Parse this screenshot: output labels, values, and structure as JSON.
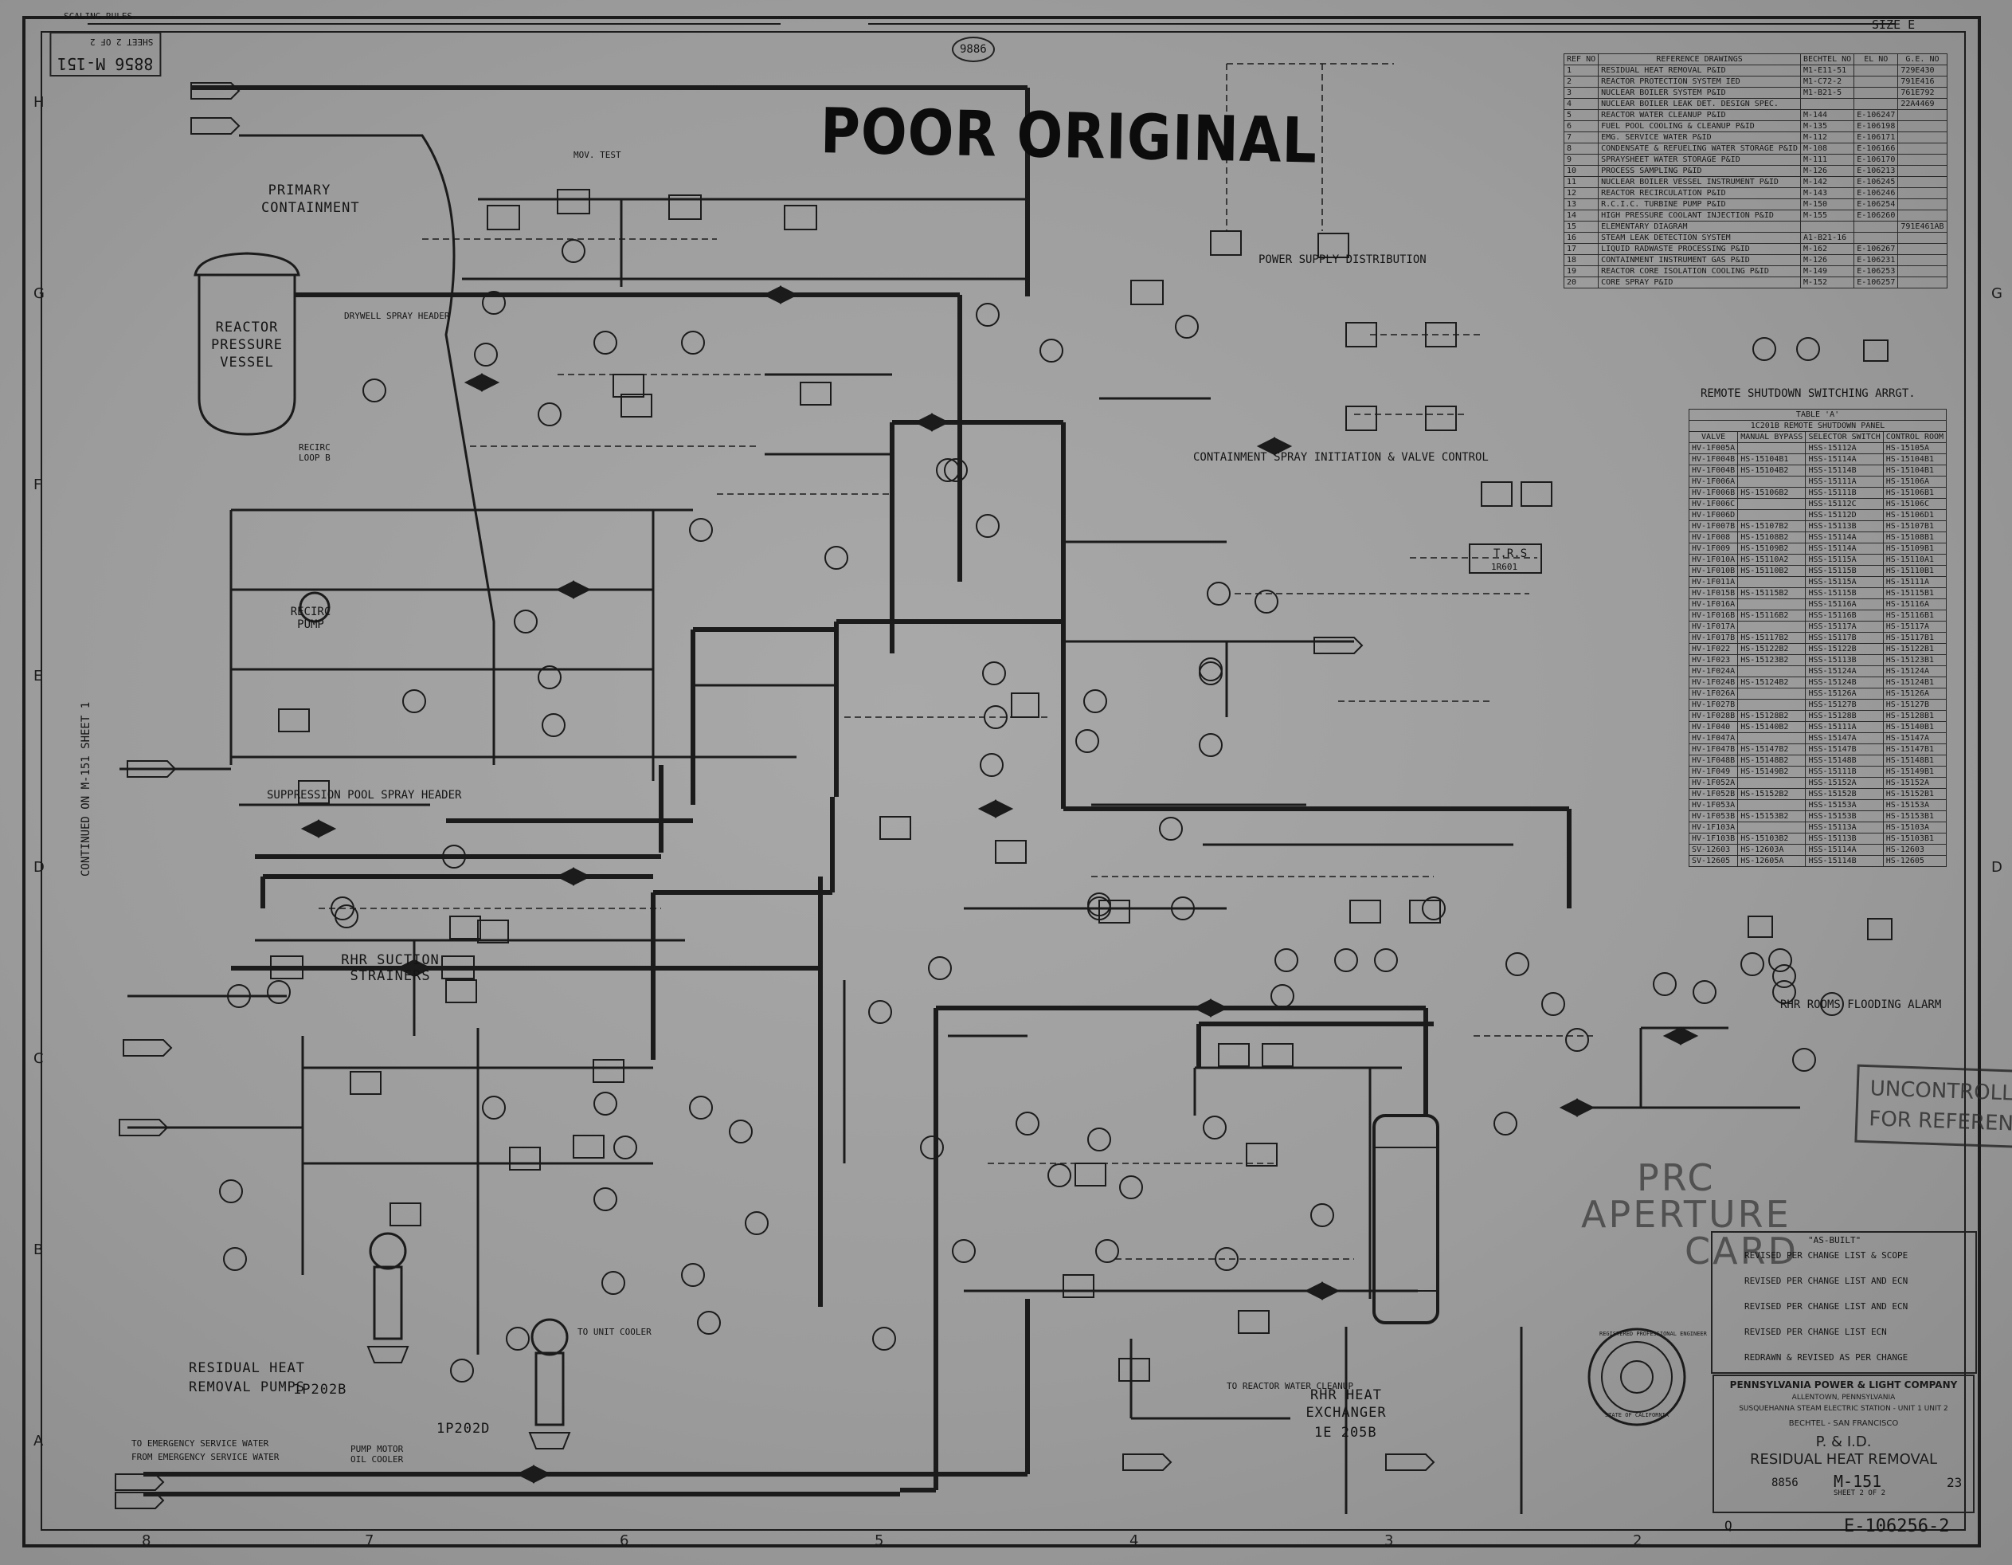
{
  "stamp": "POOR ORIGINAL",
  "size_label": "SIZE E",
  "scaling_rules": "SCALING RULES",
  "rotated_header": "8856  M-151",
  "rotated_subheader": "SHEET 2  OF 2",
  "top_balloon": "9886",
  "grid_rows": [
    "H",
    "G",
    "F",
    "E",
    "D",
    "C",
    "B",
    "A"
  ],
  "grid_cols": [
    "8",
    "7",
    "6",
    "5",
    "4",
    "3",
    "2"
  ],
  "labels": {
    "primary_containment": "PRIMARY CONTAINMENT",
    "reactor_pressure_vessel": "REACTOR PRESSURE VESSEL",
    "recirc_pump": "RECIRC PUMP",
    "recirc_loop_b": "RECIRC LOOP B",
    "suppression_pool": "SUPPRESSION POOL SPRAY HEADER",
    "rhr_suction_strainers": "RHR SUCTION STRAINERS",
    "rhr_pumps": "RESIDUAL HEAT REMOVAL PUMPS",
    "pump_1p202b": "1P202B",
    "pump_1p202d": "1P202D",
    "rhr_heat_exchanger": "RHR HEAT EXCHANGER",
    "hx_tag": "1E 205B",
    "power_supply": "POWER SUPPLY DISTRIBUTION",
    "containment_spray": "CONTAINMENT SPRAY INITIATION & VALVE CONTROL",
    "remote_shutdown": "REMOTE SHUTDOWN SWITCHING ARRGT.",
    "rhr_flooding": "RHR ROOMS FLOODING ALARM",
    "trs": "T.R.S",
    "trs_tag": "1R601",
    "continued": "CONTINUED ON M-151 SHEET 1",
    "mov_test": "MOV. TEST",
    "reactor_water_cleanup": "TO REACTOR WATER CLEANUP",
    "emergency_service_water_to": "TO EMERGENCY SERVICE WATER",
    "emergency_service_water_from": "FROM EMERGENCY SERVICE WATER",
    "pump_motor_oil_cooler": "PUMP MOTOR OIL COOLER",
    "to_unit_cooler": "TO UNIT COOLER",
    "drywell_spray": "DRYWELL SPRAY HEADER"
  },
  "stamps": {
    "uncontrolled_line1": "UNCONTROLLED",
    "uncontrolled_line2": "FOR REFERENCE",
    "prc_line1": "PRC",
    "prc_line2": "APERTURE",
    "prc_line3": "CARD"
  },
  "reference_drawings": {
    "title": "REFERENCE DRAWINGS",
    "headers": [
      "REF NO",
      "REFERENCE DRAWINGS",
      "BECHTEL NO",
      "EL NO",
      "G.E. NO"
    ],
    "rows": [
      [
        "1",
        "RESIDUAL HEAT REMOVAL P&ID",
        "M1-E11-51",
        "",
        "729E430"
      ],
      [
        "2",
        "REACTOR PROTECTION SYSTEM IED",
        "M1-C72-2",
        "",
        "791E416"
      ],
      [
        "3",
        "NUCLEAR BOILER SYSTEM P&ID",
        "M1-B21-5",
        "",
        "761E792"
      ],
      [
        "4",
        "NUCLEAR BOILER LEAK DET. DESIGN SPEC.",
        "",
        "",
        "22A4469"
      ],
      [
        "5",
        "REACTOR WATER CLEANUP P&ID",
        "M-144",
        "E-106247",
        ""
      ],
      [
        "6",
        "FUEL POOL COOLING & CLEANUP P&ID",
        "M-135",
        "E-106198",
        ""
      ],
      [
        "7",
        "EMG. SERVICE WATER P&ID",
        "M-112",
        "E-106171",
        ""
      ],
      [
        "8",
        "CONDENSATE & REFUELING WATER STORAGE P&ID",
        "M-108",
        "E-106166",
        ""
      ],
      [
        "9",
        "SPRAYSHEET WATER STORAGE P&ID",
        "M-111",
        "E-106170",
        ""
      ],
      [
        "10",
        "PROCESS SAMPLING P&ID",
        "M-126",
        "E-106213",
        ""
      ],
      [
        "11",
        "NUCLEAR BOILER VESSEL INSTRUMENT P&ID",
        "M-142",
        "E-106245",
        ""
      ],
      [
        "12",
        "REACTOR RECIRCULATION P&ID",
        "M-143",
        "E-106246",
        ""
      ],
      [
        "13",
        "R.C.I.C. TURBINE PUMP P&ID",
        "M-150",
        "E-106254",
        ""
      ],
      [
        "14",
        "HIGH PRESSURE COOLANT INJECTION P&ID",
        "M-155",
        "E-106260",
        ""
      ],
      [
        "15",
        "ELEMENTARY DIAGRAM",
        "",
        "",
        "791E461AB"
      ],
      [
        "16",
        "STEAM LEAK DETECTION SYSTEM",
        "A1-B21-16",
        "",
        ""
      ],
      [
        "17",
        "LIQUID RADWASTE PROCESSING P&ID",
        "M-162",
        "E-106267",
        ""
      ],
      [
        "18",
        "CONTAINMENT INSTRUMENT GAS P&ID",
        "M-126",
        "E-106231",
        ""
      ],
      [
        "19",
        "REACTOR CORE ISOLATION COOLING P&ID",
        "M-149",
        "E-106253",
        ""
      ],
      [
        "20",
        "CORE SPRAY P&ID",
        "M-152",
        "E-106257",
        ""
      ]
    ]
  },
  "remote_shutdown": {
    "table_title": "TABLE 'A'",
    "panel": "1C201B REMOTE SHUTDOWN PANEL",
    "headers": [
      "VALVE",
      "MANUAL BYPASS",
      "SELECTOR SWITCH",
      "CONTROL ROOM"
    ],
    "rows": [
      [
        "HV-1F005A",
        "",
        "HSS-15112A",
        "HS-15105A"
      ],
      [
        "HV-1F004B",
        "HS-15104B1",
        "HSS-15114A",
        "HS-15104B1"
      ],
      [
        "HV-1F004B",
        "HS-15104B2",
        "HSS-15114B",
        "HS-15104B1"
      ],
      [
        "HV-1F006A",
        "",
        "HSS-15111A",
        "HS-15106A"
      ],
      [
        "HV-1F006B",
        "HS-15106B2",
        "HSS-15111B",
        "HS-15106B1"
      ],
      [
        "HV-1F006C",
        "",
        "HSS-15112C",
        "HS-15106C"
      ],
      [
        "HV-1F006D",
        "",
        "HSS-15112D",
        "HS-15106D1"
      ],
      [
        "HV-1F007B",
        "HS-15107B2",
        "HSS-15113B",
        "HS-15107B1"
      ],
      [
        "HV-1F008",
        "HS-15108B2",
        "HSS-15114A",
        "HS-15108B1"
      ],
      [
        "HV-1F009",
        "HS-15109B2",
        "HSS-15114A",
        "HS-15109B1"
      ],
      [
        "HV-1F010A",
        "HS-15110A2",
        "HSS-15115A",
        "HS-15110A1"
      ],
      [
        "HV-1F010B",
        "HS-15110B2",
        "HSS-15115B",
        "HS-15110B1"
      ],
      [
        "HV-1F011A",
        "",
        "HSS-15115A",
        "HS-15111A"
      ],
      [
        "HV-1F015B",
        "HS-15115B2",
        "HSS-15115B",
        "HS-15115B1"
      ],
      [
        "HV-1F016A",
        "",
        "HSS-15116A",
        "HS-15116A"
      ],
      [
        "HV-1F016B",
        "HS-15116B2",
        "HSS-15116B",
        "HS-15116B1"
      ],
      [
        "HV-1F017A",
        "",
        "HSS-15117A",
        "HS-15117A"
      ],
      [
        "HV-1F017B",
        "HS-15117B2",
        "HSS-15117B",
        "HS-15117B1"
      ],
      [
        "HV-1F022",
        "HS-15122B2",
        "HSS-15122B",
        "HS-15122B1"
      ],
      [
        "HV-1F023",
        "HS-15123B2",
        "HSS-15113B",
        "HS-15123B1"
      ],
      [
        "HV-1F024A",
        "",
        "HSS-15124A",
        "HS-15124A"
      ],
      [
        "HV-1F024B",
        "HS-15124B2",
        "HSS-15124B",
        "HS-15124B1"
      ],
      [
        "HV-1F026A",
        "",
        "HSS-15126A",
        "HS-15126A"
      ],
      [
        "HV-1F027B",
        "",
        "HSS-15127B",
        "HS-15127B"
      ],
      [
        "HV-1F028B",
        "HS-15128B2",
        "HSS-15128B",
        "HS-15128B1"
      ],
      [
        "HV-1F040",
        "HS-15140B2",
        "HSS-15111A",
        "HS-15140B1"
      ],
      [
        "HV-1F047A",
        "",
        "HSS-15147A",
        "HS-15147A"
      ],
      [
        "HV-1F047B",
        "HS-15147B2",
        "HSS-15147B",
        "HS-15147B1"
      ],
      [
        "HV-1F048B",
        "HS-15148B2",
        "HSS-15148B",
        "HS-15148B1"
      ],
      [
        "HV-1F049",
        "HS-15149B2",
        "HSS-15111B",
        "HS-15149B1"
      ],
      [
        "HV-1F052A",
        "",
        "HSS-15152A",
        "HS-15152A"
      ],
      [
        "HV-1F052B",
        "HS-15152B2",
        "HSS-15152B",
        "HS-15152B1"
      ],
      [
        "HV-1F053A",
        "",
        "HSS-15153A",
        "HS-15153A"
      ],
      [
        "HV-1F053B",
        "HS-15153B2",
        "HSS-15153B",
        "HS-15153B1"
      ],
      [
        "HV-1F103A",
        "",
        "HSS-15113A",
        "HS-15103A"
      ],
      [
        "HV-1F103B",
        "HS-15103B2",
        "HSS-15113B",
        "HS-15103B1"
      ],
      [
        "SV-12603",
        "HS-12603A",
        "HSS-15114A",
        "HS-12603"
      ],
      [
        "SV-12605",
        "HS-12605A",
        "HSS-15114B",
        "HS-12605"
      ]
    ]
  },
  "revision_block": {
    "as_built": "\"AS-BUILT\"",
    "rev_lines": [
      "REVISED PER CHANGE LIST & SCOPE",
      "REVISED PER CHANGE LIST AND ECN",
      "REVISED PER CHANGE LIST AND ECN",
      "REVISED PER CHANGE LIST ECN",
      "REDRAWN & REVISED AS PER CHANGE"
    ]
  },
  "title_block": {
    "company": "PENNSYLVANIA POWER & LIGHT COMPANY",
    "location": "ALLENTOWN, PENNSYLVANIA",
    "station": "SUSQUEHANNA STEAM ELECTRIC STATION - UNIT 1 UNIT 2",
    "engineer": "BECHTEL - SAN FRANCISCO",
    "title1": "P. & I.D.",
    "title2": "RESIDUAL HEAT REMOVAL",
    "job_no": "8856",
    "drawing_no": "M-151",
    "sheet": "SHEET 2  OF 2",
    "rev": "23",
    "file_no": "E-106256-2",
    "q_mark": "Q"
  },
  "seal": {
    "text_outer": "REGISTERED PROFESSIONAL ENGINEER",
    "state": "STATE OF CALIFORNIA"
  }
}
